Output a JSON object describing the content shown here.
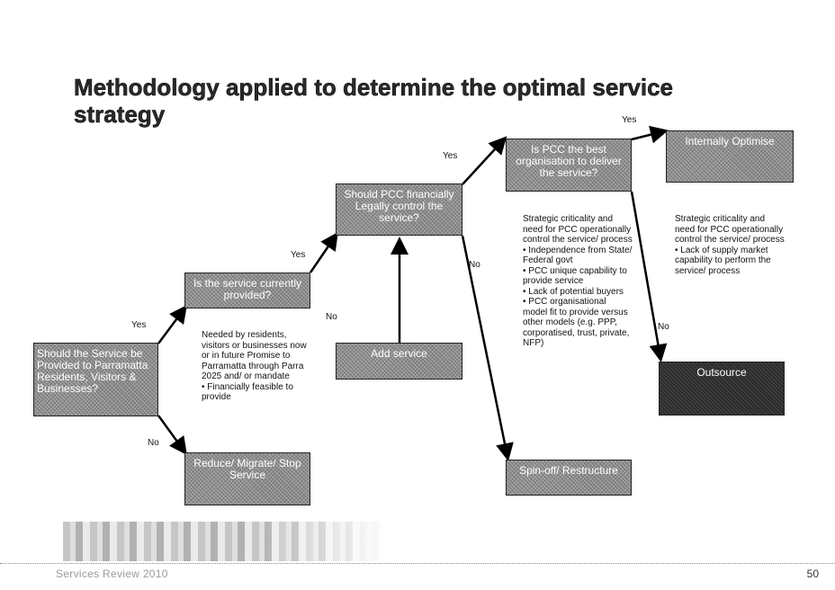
{
  "title": "Methodology applied to determine the optimal service strategy",
  "nodes": {
    "should_provide": "Should the Service be Provided to Parramatta Residents, Visitors & Businesses?",
    "currently_provided": "Is the service currently provided?",
    "financially_control": "Should PCC financially Legally control the service?",
    "best_org": "Is PCC the best organisation to deliver the service?",
    "internally_optimise": "Internally Optimise",
    "reduce": "Reduce/ Migrate/ Stop Service",
    "add_service": "Add service",
    "spin_off": "Spin-off/ Restructure",
    "outsource": "Outsource"
  },
  "labels": {
    "yes1": "Yes",
    "yes2": "Yes",
    "yes3": "Yes",
    "yes4": "Yes",
    "no1": "No",
    "no2": "No",
    "no3": "No",
    "no4": "No"
  },
  "notes": {
    "needed": "Needed by residents, visitors or businesses now or in future Promise to Parramatta through Parra 2025 and/ or mandate\n• Financially  feasible to provide",
    "criticality1": "Strategic criticality and need for PCC operationally control the service/ process\n• Independence from State/ Federal govt\n• PCC unique capability to provide service\n• Lack of potential buyers\n• PCC organisational model fit to provide versus other models (e.g. PPP, corporatised, trust, private, NFP)",
    "criticality2": "Strategic criticality and need for PCC operationally control the service/ process\n• Lack of supply market capability to perform the service/ process"
  },
  "footer": {
    "text": "Services Review 2010",
    "page": "50"
  }
}
